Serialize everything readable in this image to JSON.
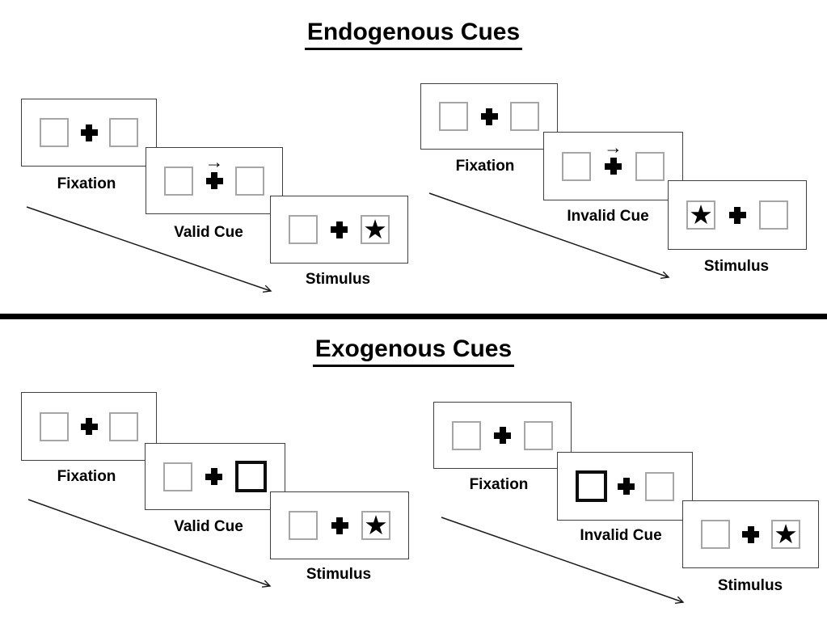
{
  "titles": {
    "endogenous": "Endogenous Cues",
    "exogenous": "Exogenous Cues"
  },
  "glyphs": {
    "star": "★",
    "cue_arrow": "→"
  },
  "colors": {
    "ink": "#000000",
    "panel_border": "#3f3f3f",
    "placeholder_box_border": "#a6a6a6",
    "highlight_box_border": "#0d0d0d"
  },
  "sections": {
    "endogenous": {
      "valid": {
        "fixation": "Fixation",
        "cue": "Valid Cue",
        "stimulus": "Stimulus"
      },
      "invalid": {
        "fixation": "Fixation",
        "cue": "Invalid Cue",
        "stimulus": "Stimulus"
      }
    },
    "exogenous": {
      "valid": {
        "fixation": "Fixation",
        "cue": "Valid Cue",
        "stimulus": "Stimulus"
      },
      "invalid": {
        "fixation": "Fixation",
        "cue": "Invalid Cue",
        "stimulus": "Stimulus"
      }
    }
  }
}
